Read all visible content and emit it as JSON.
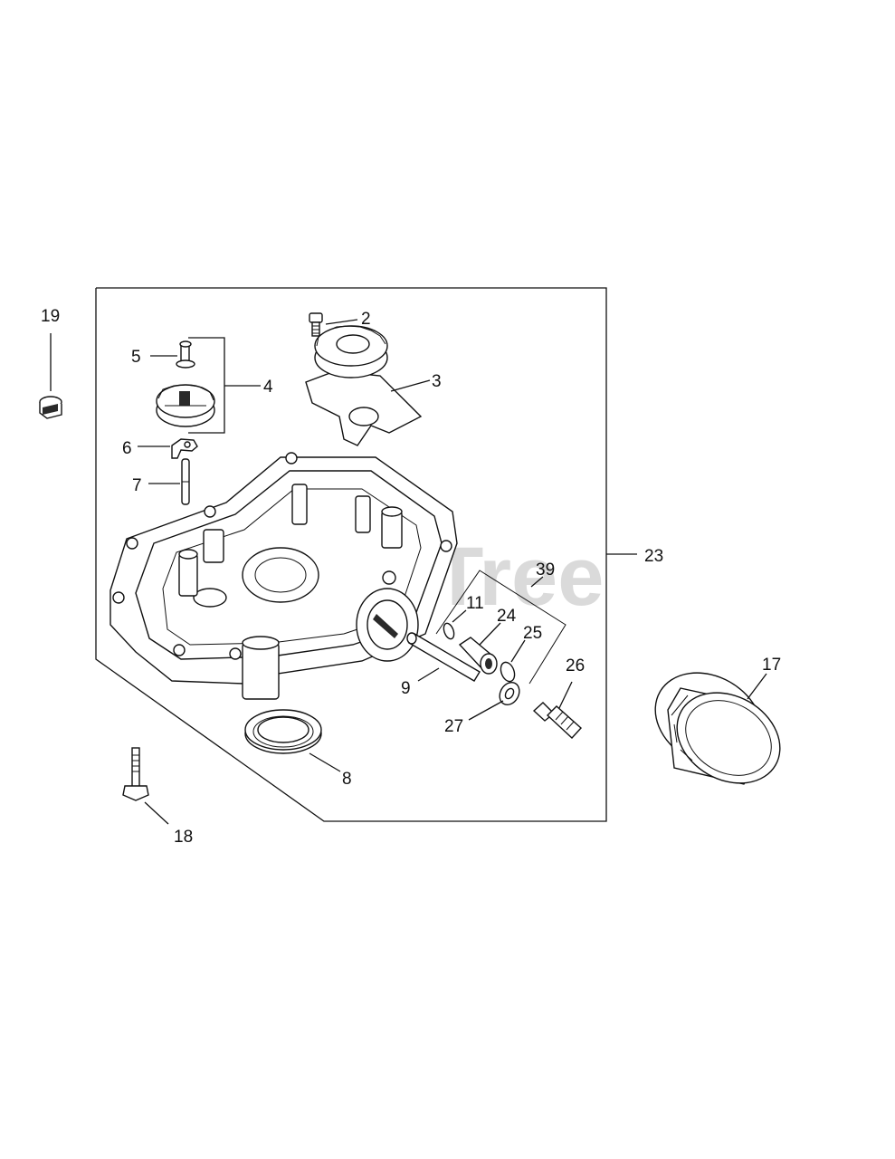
{
  "watermark": "PartsTree",
  "callouts": {
    "c2": "2",
    "c3": "3",
    "c4": "4",
    "c5": "5",
    "c6": "6",
    "c7": "7",
    "c8": "8",
    "c9": "9",
    "c11": "11",
    "c17": "17",
    "c18": "18",
    "c19": "19",
    "c23": "23",
    "c24": "24",
    "c25": "25",
    "c26": "26",
    "c27": "27",
    "c39": "39"
  }
}
